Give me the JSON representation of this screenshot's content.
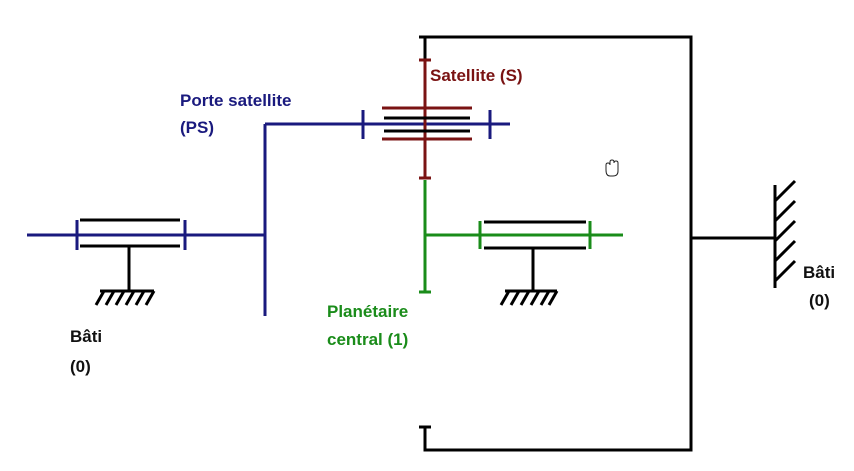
{
  "labels": {
    "porte_satellite": {
      "line1": "Porte satellite",
      "line2": "(PS)"
    },
    "satellite": "Satellite (S)",
    "planetaire": {
      "line1": "Planétaire",
      "line2": "central (1)"
    },
    "bati_left": {
      "line1": "Bâti",
      "line2": "(0)"
    },
    "bati_right": {
      "line1": "Bâti",
      "line2": "(0)"
    }
  },
  "colors": {
    "porte_satellite": "#1a1a7e",
    "satellite": "#7a1313",
    "planetaire": "#1a8c1a",
    "bati": "#000000"
  },
  "icons": {
    "cursor": "hand-cursor-icon"
  }
}
